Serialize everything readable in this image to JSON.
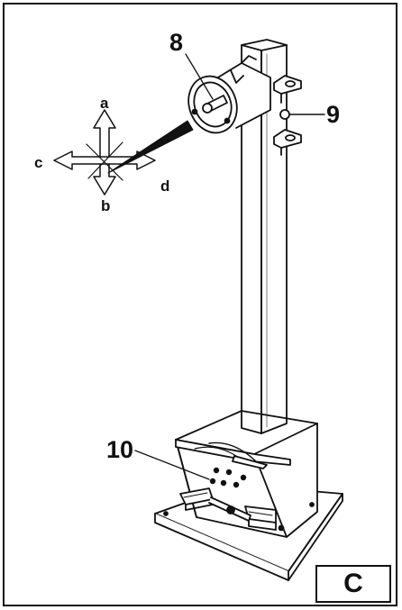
{
  "panel_label": "C",
  "callouts": {
    "n8": "8",
    "n9": "9",
    "n10": "10"
  },
  "directions": {
    "a": "a",
    "b": "b",
    "c": "c",
    "d": "d"
  }
}
